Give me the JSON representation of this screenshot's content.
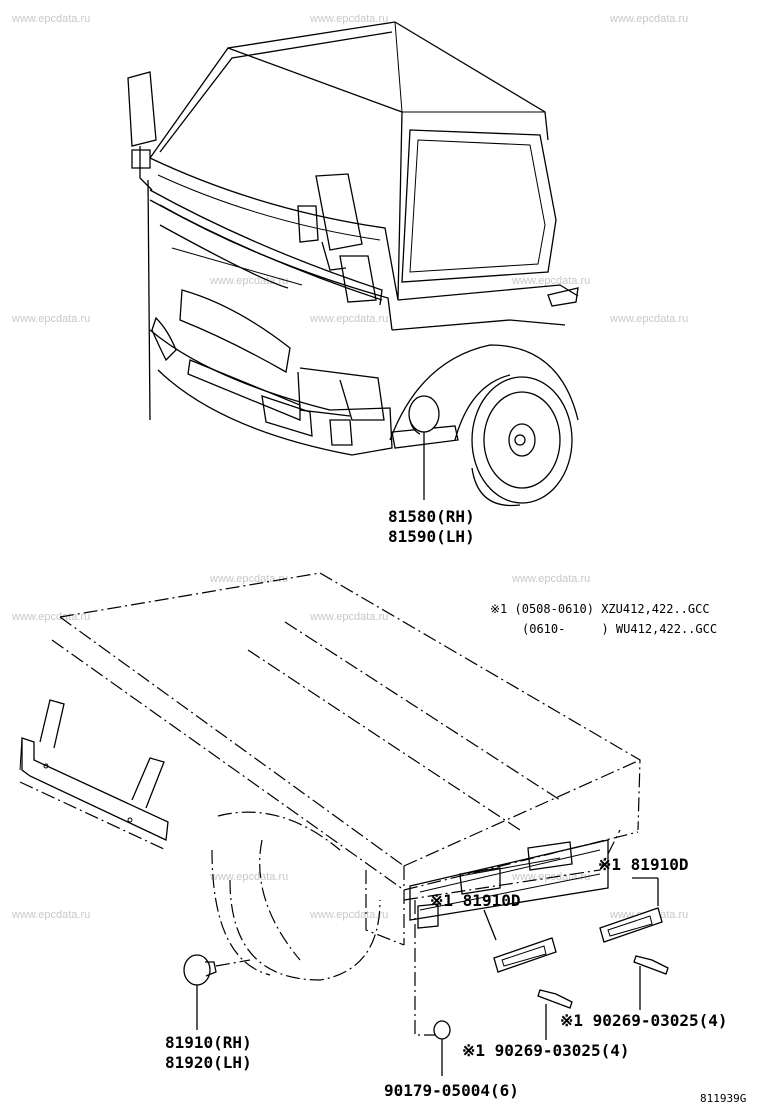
{
  "watermark": "www.epcdata.ru",
  "figure_number": "811939G",
  "notes": {
    "line1": "※1 (0508-0610) XZU412,422..GCC",
    "line2": "(0610-     ) WU412,422..GCC"
  },
  "callouts": {
    "side_marker": {
      "rh": "81580(RH)",
      "lh": "81590(LH)"
    },
    "rear_reflector": {
      "rh": "81910(RH)",
      "lh": "81920(LH)"
    },
    "license_lamp_right": "※1 81910D",
    "license_lamp_left": "※1 81910D",
    "screw_right": "※1 90269-03025(4)",
    "screw_left": "※1 90269-03025(4)",
    "grommet": "90179-05004(6)"
  }
}
